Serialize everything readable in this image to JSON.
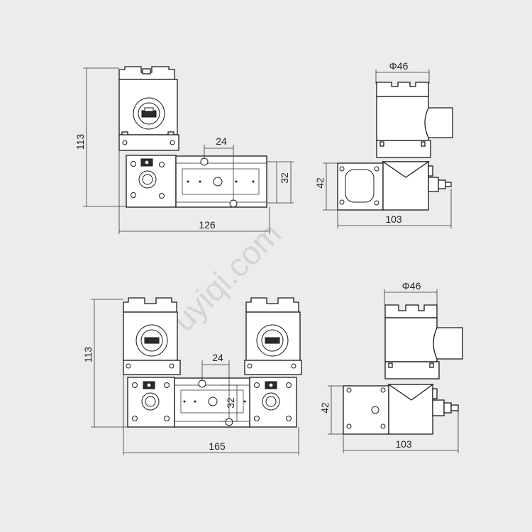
{
  "watermark": "uyiqi.com",
  "top_front": {
    "height_label": "113",
    "width_label": "126",
    "spacing_label": "24",
    "body_height_label": "32"
  },
  "top_side": {
    "diameter_label": "Φ46",
    "height_label": "42",
    "width_label": "103"
  },
  "bottom_front": {
    "height_label": "113",
    "width_label": "165",
    "spacing_label": "24",
    "body_height_label": "32"
  },
  "bottom_side": {
    "diameter_label": "Φ46",
    "height_label": "42",
    "width_label": "103"
  }
}
